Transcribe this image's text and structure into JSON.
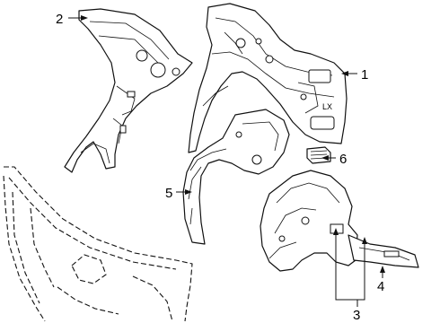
{
  "diagram": {
    "callouts": [
      {
        "id": "1",
        "label": "1"
      },
      {
        "id": "2",
        "label": "2"
      },
      {
        "id": "3",
        "label": "3"
      },
      {
        "id": "4",
        "label": "4"
      },
      {
        "id": "5",
        "label": "5"
      },
      {
        "id": "6",
        "label": "6"
      }
    ],
    "part_marking": "LX"
  }
}
